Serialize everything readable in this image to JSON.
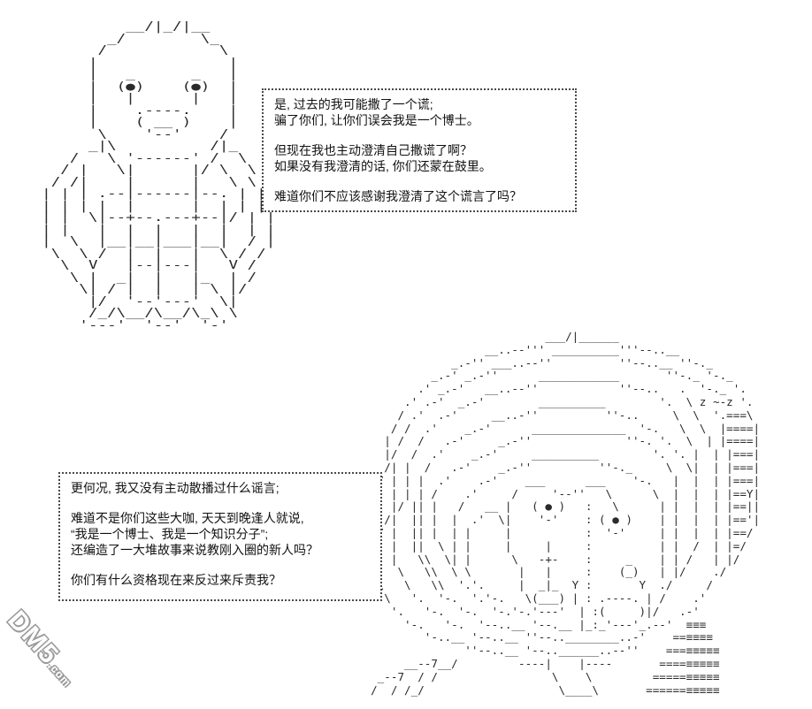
{
  "page": {
    "background": "#ffffff",
    "ink_color": "#2a2a2a",
    "bubble_border_color": "#4a4a4a",
    "watermark_color": "#9a9a9a"
  },
  "bubble1": {
    "paragraphs": [
      [
        "是, 过去的我可能撒了一个谎;",
        "骗了你们, 让你们误会我是一个博士。"
      ],
      [
        "但现在我也主动澄清自己撒谎了啊？",
        "如果没有我澄清的话, 你们还蒙在鼓里。"
      ],
      [
        "难道你们不应该感谢我澄清了这个谎言了吗？"
      ]
    ]
  },
  "bubble2": {
    "paragraphs": [
      [
        "更何况, 我又没有主动散播过什么谣言;"
      ],
      [
        "难道不是你们这些大咖, 天天到晚逢人就说,",
        "“我是一个博士、我是一个知识分子”;",
        "还编造了一大堆故事来说教刚入圈的新人吗？"
      ],
      [
        "你们有什么资格现在来反过来斥责我？"
      ]
    ]
  },
  "ascii_art": {
    "character1": "           __/|_/|__\n         _/        \\_\n        /            \\\n       |              |\n       |   _      _   |\n       |  (●)    (●)  |\n       |   |      |   |\n       |    .----.    |\n       |    ( __ )    |\n        \\    '--'    /\n       _|\\          /|_\n     /   \\ '------' /  \\\n    / |   \\|      |/ \\  \\\n   / /|    |      |   \\ \\\n  | | | .--|------|--. | |\n  | | | |  |      |  | | |\n  | |  \\|--+--.---+--|/ | |\n  | |   |  |  |   |  |  | |\n  |  \\  |__|__|___|__|  / |\n   \\  \\ /  |  |   |  \\ / /\n    \\  V   |--|---|   V /\n     \\ |  _|  |   |_  | /\n      \\| / |  |   | \\ |/\n       |/  '--'---'  \\|\n       /_/\\__/\\__/\\_\\ \\\n      '---'  '--'  '-'",
    "character2": "                                 ___/|______\n                        __..--''' __________'''--..__\n                   _.-'' ___..--''          ''--..__ ''-._\n                _.-' _.-''      ____________       ''-._ '-._\n              .' _.-'   __..--''            ''--..   .  '-._ '.\n            .' .-'  _.-'        __________        '.  \\ z ~-z '.\n           / .'  .-'     __..-''          ''-..     \\  \\  '.===\\\n          / /  .'    _.-'      ______________  '-.   \\  \\  |====|\n         | /  /   .-'     _.-''              ''-. '.  \\  | |====|\n         |/  /  .'    _.-'     __________        '. '. |  | |===|\n         /| |  /   .-'    _.-''          ''-._     \\  \\|  | |===|\n        / | | |  .'    .-'    ___      ___    '-.   |  |  | |===|\n       |  | | | /    .'     /     '--''   \\      \\  |  |  | |==Y|\n       |  |/ || |   /   __ |   ( ● )   :   \\      | |  |  | |==||\n       | /|  || |  |  .'  \\|    '-'    : ( ● )    | |  |  | |=='|\n       |/ |  || |  | |     |           :  '-'     | |  |  | |==/\n       |  |  ||  \\ | |     |     |     :          | |  /  | |=/\n       |  |   \\\\  \\| |      \\   -+-    :     _    | | /   | |/\n       |   \\   \\\\  \\ \\       |   |     :    (_)   | |/    ./\n        \\   \\   \\\\  '.'.     |  _|_  Y :       Y  ./     /\n         \\   '.  '-.  '.'-.   \\(___) | : .----. | /    .'\n          '.   '-.  '-.  '-.'-.'---'  | :(     )|/   .-'\n            '-.   '-.  '--..__ '--.__ |_:_'---'_.--'  ≡≡≡\n               '-..__ '--..__ ''--..________..-'    ==≡≡≡≡\n                     ''--..__ '--..______..--''    ===≡≡≡≡≡\n            __--7__/         ----|    |----       ====≡≡≡≡≡\n        _--7  / /                 \\    \\         =====≡≡≡≡≡\n       /  / /_/                    \\____\\       ======≡≡≡≡≡"
  },
  "watermark": {
    "brand": "DM5",
    "suffix": ".com"
  }
}
